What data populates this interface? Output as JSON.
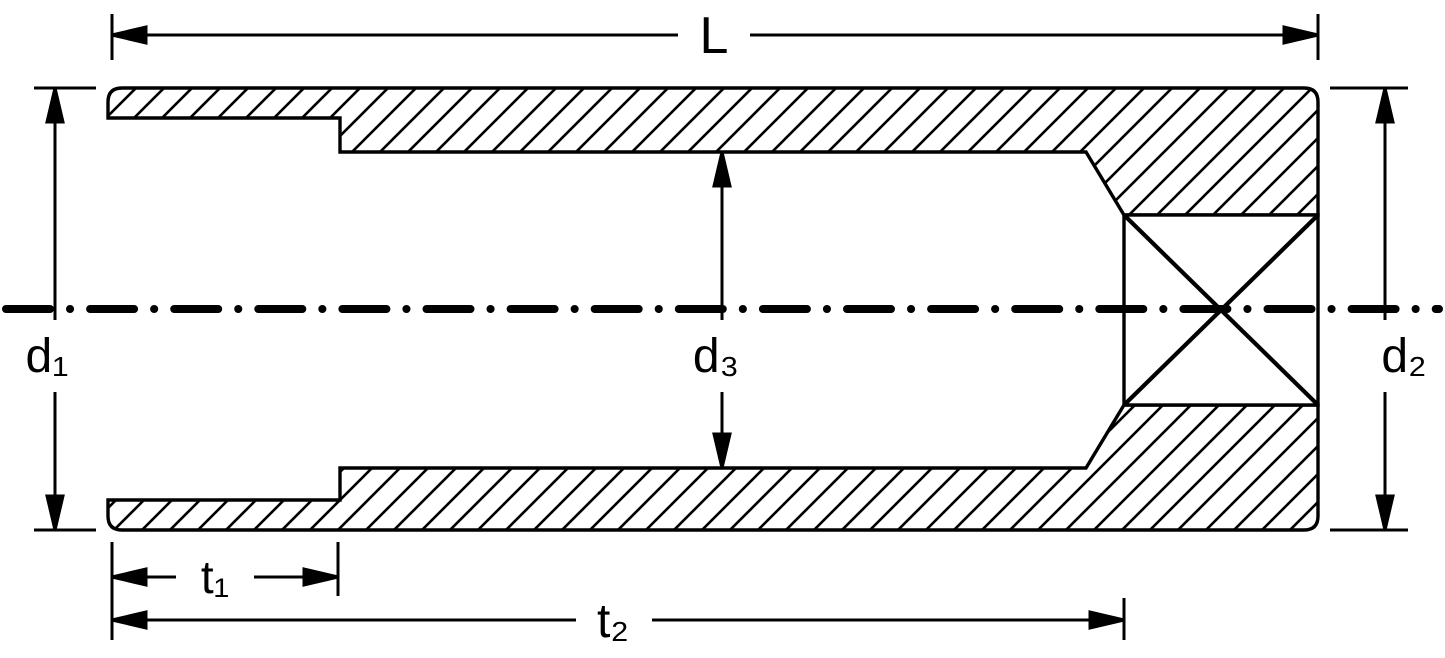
{
  "diagram": {
    "labels": {
      "overall_length": "L",
      "outer_diameter_left": "d₁",
      "outer_diameter_right": "d₂",
      "bore_diameter": "d₃",
      "depth_small": "t₁",
      "depth_large": "t₂"
    },
    "colors": {
      "line": "#000000",
      "background": "#ffffff"
    }
  }
}
